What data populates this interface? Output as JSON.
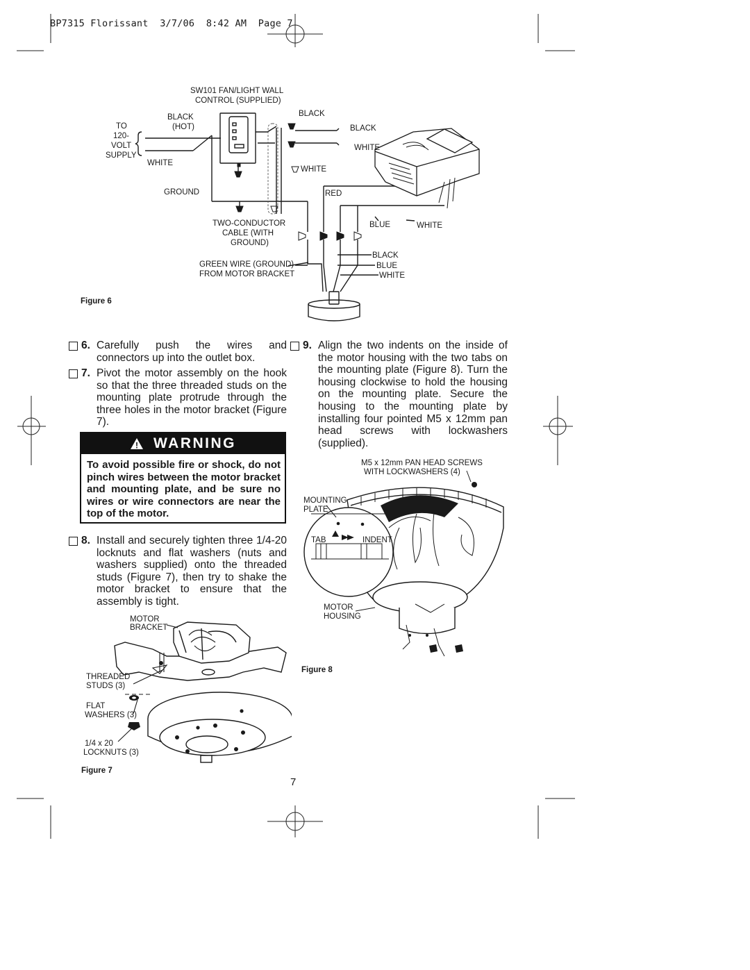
{
  "header": {
    "text": "BP7315 Florissant  3/7/06  8:42 AM  Page 7"
  },
  "figure6": {
    "caption": "Figure 6",
    "labels": {
      "control_title_1": "SW101 FAN/LIGHT WALL",
      "control_title_2": "CONTROL (SUPPLIED)",
      "black_hot_1": "BLACK",
      "black_hot_2": "(HOT)",
      "to": "TO",
      "volt_1": "120-",
      "volt_2": "VOLT",
      "volt_3": "SUPPLY",
      "white_left": "WHITE",
      "ground": "GROUND",
      "black_mid": "BLACK",
      "white_mid": "WHITE",
      "black_right": "BLACK",
      "white_right": "WHITE",
      "red": "RED",
      "blue": "BLUE",
      "white_blue": "WHITE",
      "cable_1": "TWO-CONDUCTOR",
      "cable_2": "CABLE (WITH",
      "cable_3": "GROUND)",
      "green_1": "GREEN WIRE (GROUND)",
      "green_2": "FROM MOTOR BRACKET",
      "black_low": "BLACK",
      "blue_low": "BLUE",
      "white_low": "WHITE"
    }
  },
  "steps": {
    "s6": {
      "num": "6.",
      "text": "Carefully push the wires and connectors up into the outlet box."
    },
    "s7": {
      "num": "7.",
      "text": "Pivot the motor assembly on the hook so that the three threaded studs on the mounting plate protrude through the three holes in the motor bracket (Figure 7)."
    },
    "s8": {
      "num": "8.",
      "text": "Install and securely tighten three 1/4-20 locknuts and flat washers (nuts and washers supplied) onto the threaded studs (Figure 7), then try to shake the motor bracket to ensure that the assembly is tight."
    },
    "s9": {
      "num": "9.",
      "text": "Align the two indents on the inside of the motor housing with the two tabs on the mounting plate (Figure 8). Turn the housing clockwise to hold the housing on the mounting plate. Secure the housing to the mounting plate by installing four pointed M5 x 12mm pan head screws with lockwashers (supplied)."
    }
  },
  "warning": {
    "symbol": "!",
    "title": "WARNING",
    "text": "To avoid possible fire or shock, do not pinch wires between the motor bracket and mounting plate, and be sure no wires or wire connectors are near the top of the motor."
  },
  "figure7": {
    "caption": "Figure 7",
    "labels": {
      "motor_1": "MOTOR",
      "motor_2": "BRACKET",
      "studs_1": "THREADED",
      "studs_2": "STUDS (3)",
      "wash_1": "FLAT",
      "wash_2": "WASHERS (3)",
      "nuts_1": "1/4 x 20",
      "nuts_2": "LOCKNUTS (3)"
    }
  },
  "figure8": {
    "caption": "Figure 8",
    "labels": {
      "screws_1": "M5 x 12mm PAN HEAD SCREWS",
      "screws_2": "WITH LOCKWASHERS (4)",
      "plate_1": "MOUNTING",
      "plate_2": "PLATE",
      "tab": "TAB",
      "indent": "INDENT",
      "housing_1": "MOTOR",
      "housing_2": "HOUSING"
    }
  },
  "page_number": "7"
}
